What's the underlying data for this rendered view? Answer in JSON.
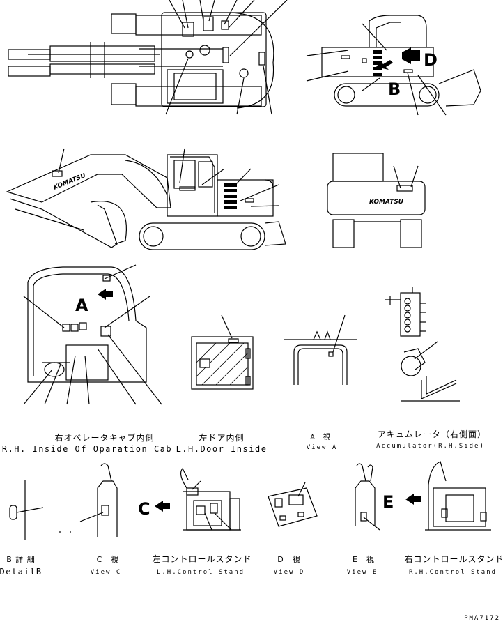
{
  "callout_letters": {
    "a": "A",
    "b": "B",
    "c": "C",
    "d": "D",
    "e": "E"
  },
  "brand_logo": "KOMATSU",
  "captions": {
    "rh_cab_jp": "右オペレータキャブ内側",
    "rh_cab_en": "R.H. Inside Of Oparation Cab",
    "lh_door_jp": "左ドア内側",
    "lh_door_en": "L.H.Door Inside",
    "view_a_jp": "A　視",
    "view_a_en": "View A",
    "accumulator_jp": "アキュムレータ（右側面）",
    "accumulator_en": "Accumulator(R.H.Side)",
    "detail_b_jp": "B 詳 細",
    "detail_b_en": "DetailB",
    "view_c_jp": "C　視",
    "view_c_en": "View C",
    "lh_stand_jp": "左コントロールスタンド",
    "lh_stand_en": "L.H.Control Stand",
    "view_d_jp": "D　視",
    "view_d_en": "View D",
    "view_e_jp": "E　視",
    "view_e_en": "View E",
    "rh_stand_jp": "右コントロールスタンド",
    "rh_stand_en": "R.H.Control Stand"
  },
  "drawing_number": "PMA7172"
}
